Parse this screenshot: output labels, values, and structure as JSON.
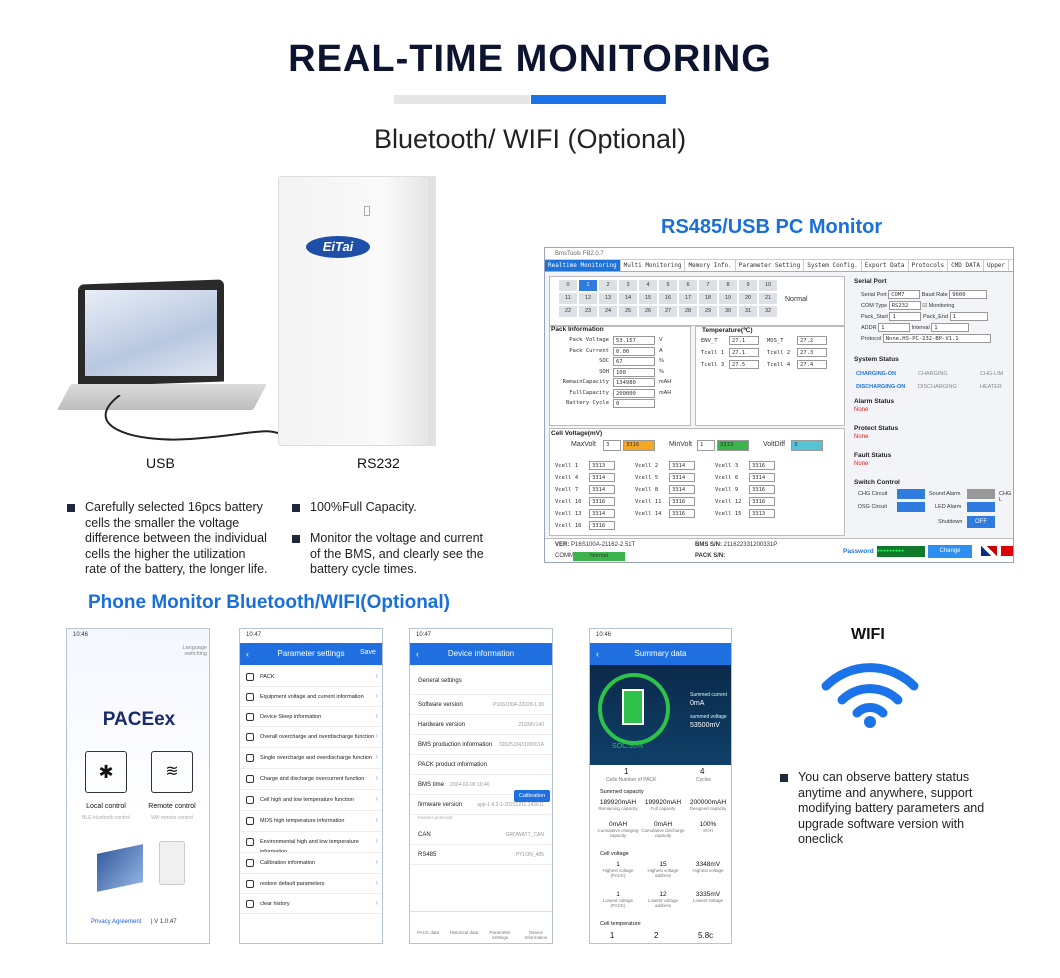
{
  "header": {
    "title": "REAL-TIME MONITORING",
    "subtitle": "Bluetooth/ WIFI (Optional)"
  },
  "hardware": {
    "usb_label": "USB",
    "rs232_label": "RS232",
    "brand": "EiTai"
  },
  "pc_section": {
    "title": "RS485/USB PC Monitor"
  },
  "pc_app": {
    "window_title": "BmsTools FB2.0.7",
    "tabs": [
      "Realtime Monitoring",
      "Multi Monitoring",
      "Memory Info.",
      "Parameter Setting",
      "System Config.",
      "Export Data",
      "Protocols",
      "CMD DATA",
      "Upper"
    ],
    "pack_numbers": [
      "0",
      "1",
      "2",
      "3",
      "4",
      "5",
      "6",
      "7",
      "8",
      "9",
      "10",
      "11",
      "12",
      "13",
      "14",
      "15",
      "16",
      "17",
      "18",
      "19",
      "20",
      "21",
      "22",
      "23",
      "24",
      "25",
      "26",
      "27",
      "28",
      "29",
      "30",
      "31",
      "32"
    ],
    "normal": "Normal",
    "pack_info_title": "Pack Information",
    "pack_info": [
      [
        "Pack Voltage",
        "53.157",
        "V"
      ],
      [
        "Pack Current",
        "0.00",
        "A"
      ],
      [
        "SOC",
        "67",
        "%"
      ],
      [
        "SOH",
        "100",
        "%"
      ],
      [
        "RemainCapacity",
        "134980",
        "mAH"
      ],
      [
        "FullCapacity",
        "200000",
        "mAH"
      ],
      [
        "Battery Cycle",
        "0",
        ""
      ]
    ],
    "temp_title": "Temperature(℃)",
    "temps": [
      [
        "ENV_T",
        "27.1",
        "MOS_T",
        "27.2"
      ],
      [
        "Tcell 1",
        "27.1",
        "Tcell 2",
        "27.3"
      ],
      [
        "Tcell 3",
        "27.5",
        "Tcell 4",
        "27.4"
      ]
    ],
    "cell_voltage_title": "Cell Voltage(mV)",
    "maxvolt_label": "MaxVolt",
    "maxvolt_idx": "3",
    "maxvolt": "3316",
    "minvolt_label": "MinVolt",
    "minvolt_idx": "1",
    "minvolt": "3313",
    "voltdiff_label": "VoltDiff",
    "voltdiff": "3",
    "cells": [
      [
        "Vcell 1",
        "3313",
        "Vcell 2",
        "3314",
        "Vcell 3",
        "3316"
      ],
      [
        "Vcell 4",
        "3314",
        "Vcell 5",
        "3314",
        "Vcell 6",
        "3314"
      ],
      [
        "Vcell 7",
        "3314",
        "Vcell 8",
        "3314",
        "Vcell 9",
        "3316"
      ],
      [
        "Vcell 10",
        "3316",
        "Vcell 11",
        "3316",
        "Vcell 12",
        "3316"
      ],
      [
        "Vcell 13",
        "3314",
        "Vcell 14",
        "3316",
        "Vcell 15",
        "3313"
      ],
      [
        "Vcell 16",
        "3316",
        "",
        "",
        " ",
        ""
      ]
    ],
    "serial_title": "Serial Port",
    "serial": {
      "port_label": "Serial Port",
      "port": "COM7",
      "baud_label": "Baud Rate",
      "baud": "9600",
      "comtype_label": "COM Type",
      "comtype": "RS232",
      "monitoring": "Monitoring",
      "packstart_label": "Pack_Start",
      "packstart": "1",
      "packend_label": "Pack_End",
      "packend": "1",
      "addr_label": "ADDR",
      "addr": "1",
      "interval_label": "Interval",
      "interval": "1",
      "protocol_label": "Protocol",
      "protocol": "None.HS-PC-232-BP-V1.1"
    },
    "system_status_title": "System Status",
    "system_status": [
      "CHARGING-ON",
      "CHARGING",
      "CHG-LIM",
      "DISCHARGING-ON",
      "DISCHARGING",
      "HEATER"
    ],
    "alarm_title": "Alarm Status",
    "alarm": "None",
    "protect_title": "Protect Status",
    "protect": "None",
    "fault_title": "Fault Status",
    "fault": "None",
    "switch_title": "Switch Control",
    "switches": {
      "chg": "CHG Circuit",
      "sound": "Sound Alarm",
      "chg2": "CHG L",
      "dsg": "DSG Circuit",
      "led": "LED Alarm",
      "shutdown": "Shutdown",
      "off": "OFF"
    },
    "ver_label": "VER:",
    "ver": "P16S100A-21162-2.51T",
    "bms_sn_label": "BMS S/N:",
    "bms_sn": "211622331200331P",
    "comm_label": "COMM:",
    "comm": "Normal",
    "pack_sn_label": "PACK S/N:",
    "password_label": "Password",
    "password": "●●●●●●●●●",
    "change": "Change"
  },
  "bullets_left": [
    [
      "Carefully selected 16pcs battery",
      "cells the smaller the voltage",
      "difference between the individual",
      "cells the higher the utilization",
      "rate of the battery, the longer life."
    ]
  ],
  "bullets_mid": [
    [
      "100%Full Capacity."
    ],
    [
      "Monitor the voltage and current",
      "of the BMS, and clearly see the",
      "battery cycle times."
    ]
  ],
  "phone_section": {
    "title": "Phone Monitor Bluetooth/WIFI(Optional)"
  },
  "phone1": {
    "time": "10:46",
    "lang": "Language switching",
    "brand": "PACEex",
    "local": "Local control",
    "local_sub": "BLE bluetooth control",
    "remote": "Remote control",
    "remote_sub": "Wifi remote control",
    "privacy": "Privacy Agreement",
    "version": "| V 1.0.47"
  },
  "phone2": {
    "time": "10:47",
    "title": "Parameter settings",
    "save": "Save",
    "items": [
      "PACK",
      "Equipment voltage and current information",
      "Device Sleep information",
      "Overall overcharge and overdischarge function",
      "Single overcharge and overdischarge function",
      "Charge and discharge overcurrent function",
      "Cell high and low temperature function",
      "MOS high temperature information",
      "Environmental high and low temperature information",
      "Calibration information",
      "restore default parameters",
      "clear history"
    ]
  },
  "phone3": {
    "time": "10:47",
    "title": "Device information",
    "rows": [
      [
        "General settings",
        ""
      ],
      [
        "Software version",
        "P16S100A-32028-1.00"
      ],
      [
        "Hardware version",
        "21939V140"
      ],
      [
        "BMS production information",
        "320251043100001A"
      ],
      [
        "PACK product information",
        ""
      ],
      [
        "BMS time",
        "2024-02-09 10:46"
      ],
      [
        "firmware version",
        "app-1.4.2-1-20231211.142611"
      ],
      [
        "CAN",
        "GROWATT_CAN"
      ],
      [
        "RS485",
        "PYLON_485"
      ]
    ],
    "calibration": "Calibration",
    "inverter": "Inverter protocols",
    "nav": [
      "PACK data",
      "Historical data",
      "Parameter Settings",
      "Device Information"
    ]
  },
  "phone4": {
    "time": "10:46",
    "title": "Summary data",
    "soc": "SOC:95%",
    "current_label": "Summed current",
    "current": "0mA",
    "voltage_label": "summed voltage",
    "voltage": "53500mV",
    "cells_n": "1",
    "cells_label": "Cells Number of PACK",
    "cycles": "4",
    "cycles_label": "Cycles",
    "cap_title": "Summed capacity",
    "caps": [
      [
        "189920mAH",
        "Remaining capacity"
      ],
      [
        "199920mAH",
        "Full capacity"
      ],
      [
        "200000mAH",
        "Designed capacity"
      ]
    ],
    "caps2": [
      [
        "0mAH",
        "Cumulative charging capacity"
      ],
      [
        "0mAH",
        "Cumulative discharge capacity"
      ],
      [
        "100%",
        "SOH"
      ]
    ],
    "cellv_title": "Cell voltage",
    "cellv": [
      [
        "1",
        "Highest voltage (PACK)"
      ],
      [
        "15",
        "Highest voltage address"
      ],
      [
        "3348mV",
        "Highest voltage"
      ]
    ],
    "cellv2": [
      [
        "1",
        "Lowest voltage (PACK)"
      ],
      [
        "12",
        "Lowest voltage address"
      ],
      [
        "3335mV",
        "Lowest voltage"
      ]
    ],
    "temp_title": "Cell temperature",
    "temps": [
      "1",
      "2",
      "5.8c"
    ]
  },
  "wifi": {
    "title": "WIFI",
    "bullet": [
      "You can observe battery status",
      "anytime and anywhere, support",
      "modifying battery parameters and",
      "upgrade software version with",
      "oneclick"
    ]
  }
}
